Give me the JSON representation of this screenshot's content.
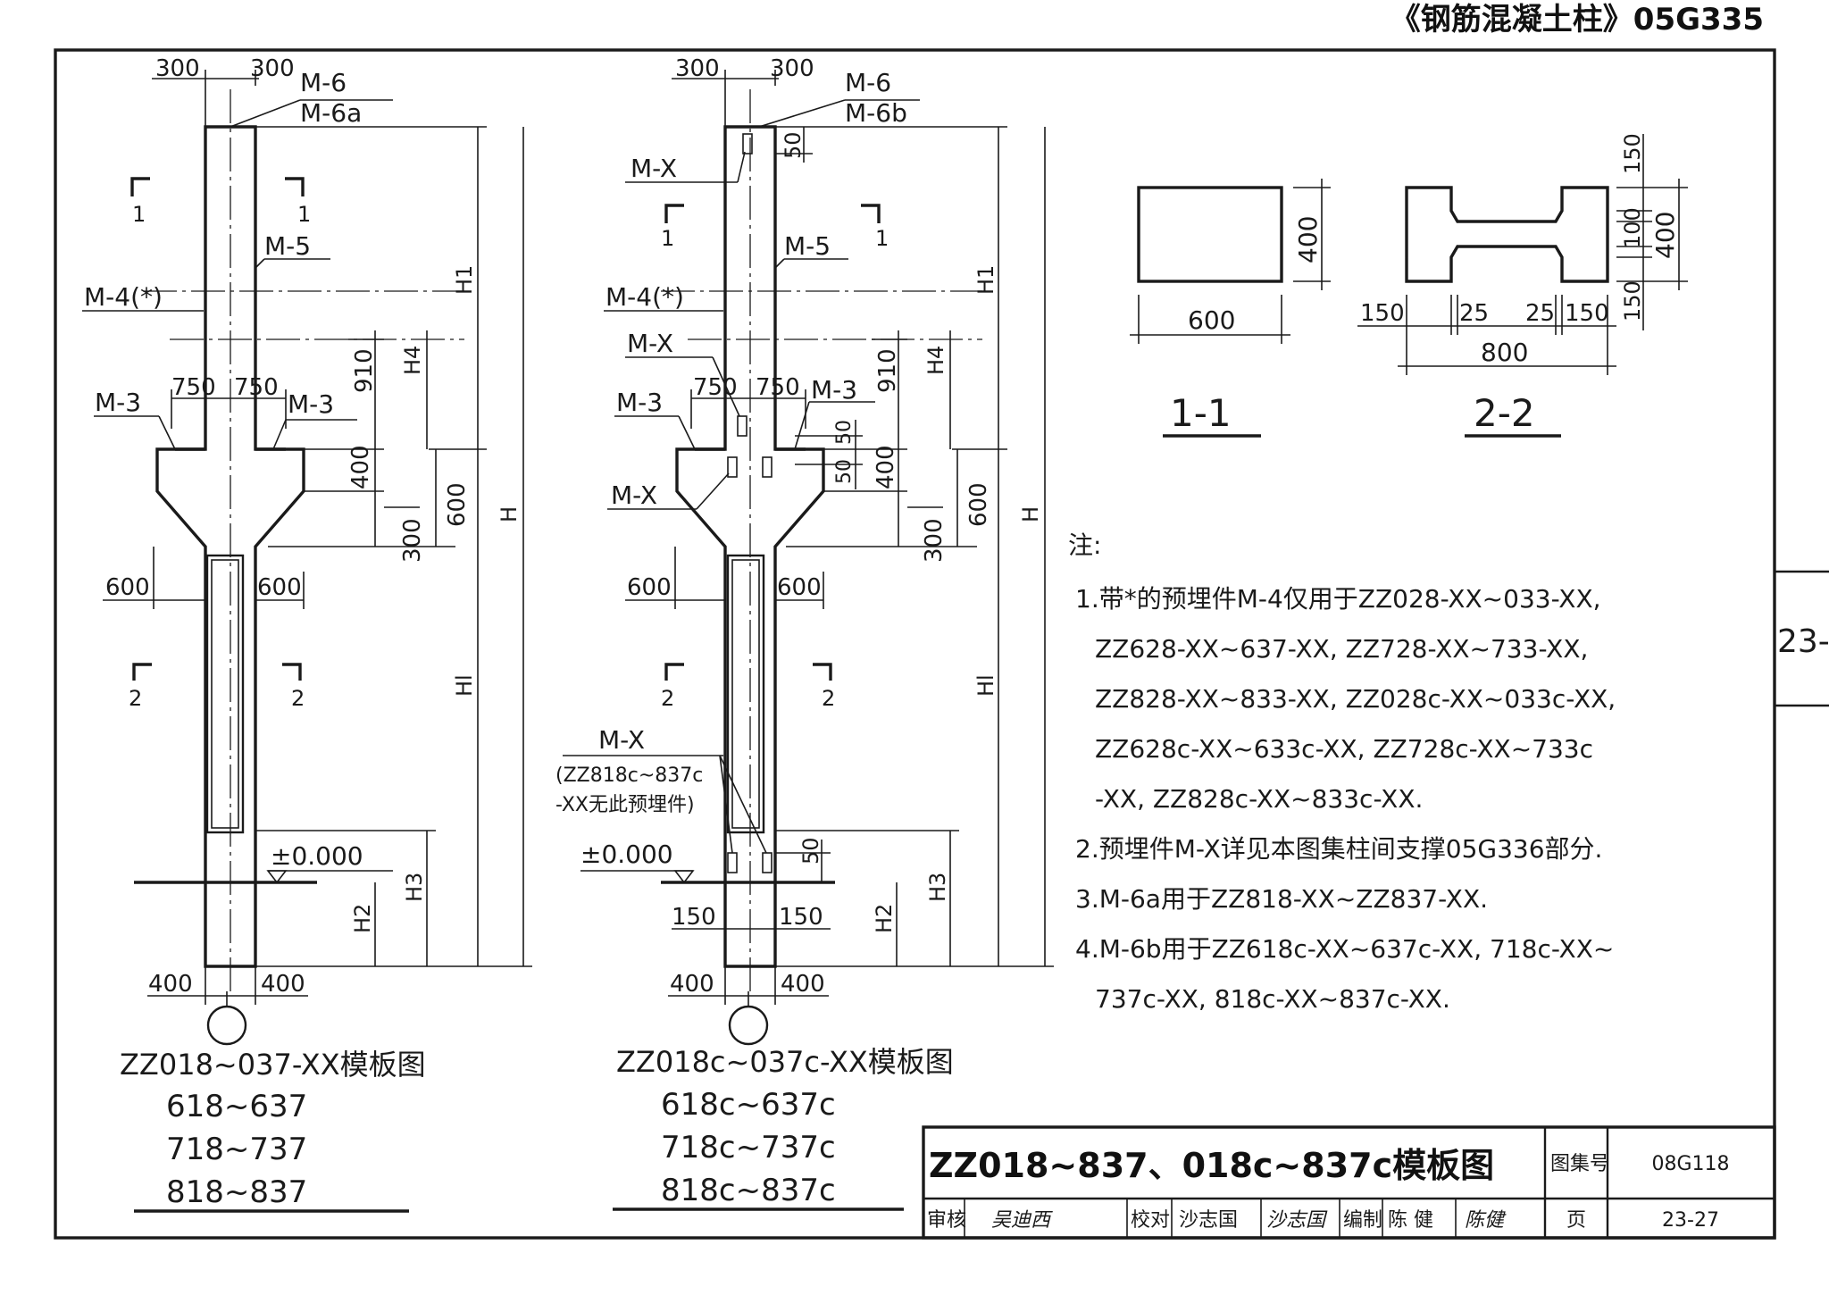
{
  "header": {
    "atlas_title": "《钢筋混凝土柱》05G335",
    "side_page_tab": "23-"
  },
  "left_elevation": {
    "dim_top_left": "300",
    "dim_top_right": "300",
    "m6": "M-6",
    "m6_sub": "M-6a",
    "m5": "M-5",
    "m4": "M-4(*)",
    "m3_left": "M-3",
    "m3_right": "M-3",
    "dim_750_left": "750",
    "dim_750_right": "750",
    "dim_910": "910",
    "dim_400": "400",
    "dim_600": "600",
    "dim_300": "300",
    "dim_600_left": "600",
    "dim_600_right": "600",
    "sec1_left": "1",
    "sec1_right": "1",
    "sec2_left": "2",
    "sec2_right": "2",
    "elev": "±0.000",
    "dim_400_bottom_left": "400",
    "dim_400_bottom_right": "400",
    "h1": "H1",
    "h4": "H4",
    "h": "H",
    "hl": "Hl",
    "h2": "H2",
    "h3": "H3",
    "caption": [
      "ZZ018~037-XX模板图",
      "618~637",
      "718~737",
      "818~837"
    ]
  },
  "right_elevation": {
    "dim_top_left": "300",
    "dim_top_right": "300",
    "m6": "M-6",
    "m6_sub": "M-6b",
    "dim_50_top": "50",
    "mx_top": "M-X",
    "m5": "M-5",
    "m4": "M-4(*)",
    "mx_mid": "M-X",
    "m3_left": "M-3",
    "m3_right": "M-3",
    "dim_750_left": "750",
    "dim_750_right": "750",
    "dim_910": "910",
    "dim_50_a": "50",
    "dim_50_b": "50",
    "dim_400": "400",
    "dim_600": "600",
    "dim_300": "300",
    "mx_corbel": "M-X",
    "dim_600_left": "600",
    "dim_600_right": "600",
    "sec1_left": "1",
    "sec1_right": "1",
    "sec2_left": "2",
    "sec2_right": "2",
    "mx_note_1": "M-X",
    "mx_note_2": "(ZZ818c~837c",
    "mx_note_3": "-XX无此预埋件)",
    "elev": "±0.000",
    "dim_50_bottom": "50",
    "dim_150_left": "150",
    "dim_150_right": "150",
    "dim_400_bottom_left": "400",
    "dim_400_bottom_right": "400",
    "h1": "H1",
    "h4": "H4",
    "h": "H",
    "hl": "Hl",
    "h2": "H2",
    "h3": "H3",
    "caption": [
      "ZZ018c~037c-XX模板图",
      "618c~637c",
      "718c~737c",
      "818c~837c"
    ]
  },
  "section_1_1": {
    "width": "600",
    "height": "400",
    "label": "1-1"
  },
  "section_2_2": {
    "flange_top": "150",
    "web": "100",
    "flange_bottom": "150",
    "total_height": "400",
    "dim_150_left": "150",
    "dim_25_left": "25",
    "dim_25_right": "25",
    "dim_150_right": "150",
    "total_width": "800",
    "label": "2-2"
  },
  "notes": {
    "heading": "注:",
    "lines": [
      "1.带*的预埋件M-4仅用于ZZ028-XX~033-XX,",
      "ZZ628-XX~637-XX, ZZ728-XX~733-XX,",
      "ZZ828-XX~833-XX, ZZ028c-XX~033c-XX,",
      "ZZ628c-XX~633c-XX, ZZ728c-XX~733c",
      "-XX, ZZ828c-XX~833c-XX.",
      "2.预埋件M-X详见本图集柱间支撑05G336部分.",
      "3.M-6a用于ZZ818-XX~ZZ837-XX.",
      "4.M-6b用于ZZ618c-XX~637c-XX, 718c-XX~",
      "737c-XX, 818c-XX~837c-XX."
    ]
  },
  "title_block": {
    "title": "ZZ018~837、018c~837c模板图",
    "atlas_no_label": "图集号",
    "atlas_no": "08G118",
    "page_label": "页",
    "page": "23-27",
    "review_label": "审核",
    "review_name": "吴迪西",
    "check_label": "校对",
    "check_name": "沙志国",
    "check_sign": "沙志国",
    "design_label": "编制",
    "design_name": "陈 健",
    "design_sign": "陈健"
  }
}
